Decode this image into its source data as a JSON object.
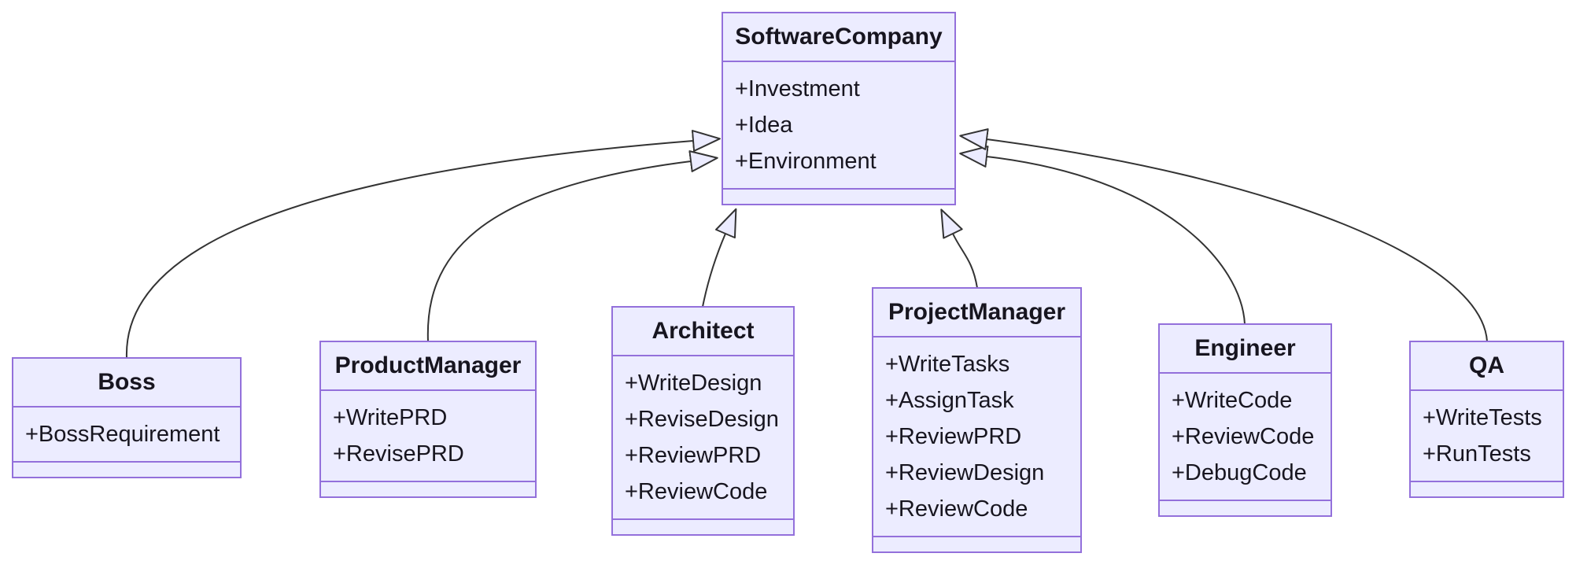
{
  "diagram": {
    "kind": "UML class diagram",
    "background": "#ffffff",
    "palette": {
      "node_fill": "#ECECFF",
      "node_border": "#9370DB",
      "edge_color": "#333333",
      "text_color": "#17151f"
    },
    "classes": {
      "software_company": {
        "name": "SoftwareCompany",
        "members": [
          "+Investment",
          "+Idea",
          "+Environment"
        ]
      },
      "boss": {
        "name": "Boss",
        "members": [
          "+BossRequirement"
        ]
      },
      "product_manager": {
        "name": "ProductManager",
        "members": [
          "+WritePRD",
          "+RevisePRD"
        ]
      },
      "architect": {
        "name": "Architect",
        "members": [
          "+WriteDesign",
          "+ReviseDesign",
          "+ReviewPRD",
          "+ReviewCode"
        ]
      },
      "project_manager": {
        "name": "ProjectManager",
        "members": [
          "+WriteTasks",
          "+AssignTask",
          "+ReviewPRD",
          "+ReviewDesign",
          "+ReviewCode"
        ]
      },
      "engineer": {
        "name": "Engineer",
        "members": [
          "+WriteCode",
          "+ReviewCode",
          "+DebugCode"
        ]
      },
      "qa": {
        "name": "QA",
        "members": [
          "+WriteTests",
          "+RunTests"
        ]
      }
    },
    "relationships": [
      {
        "from": "Boss",
        "to": "SoftwareCompany",
        "type": "inheritance"
      },
      {
        "from": "ProductManager",
        "to": "SoftwareCompany",
        "type": "inheritance"
      },
      {
        "from": "Architect",
        "to": "SoftwareCompany",
        "type": "inheritance"
      },
      {
        "from": "ProjectManager",
        "to": "SoftwareCompany",
        "type": "inheritance"
      },
      {
        "from": "Engineer",
        "to": "SoftwareCompany",
        "type": "inheritance"
      },
      {
        "from": "QA",
        "to": "SoftwareCompany",
        "type": "inheritance"
      }
    ]
  }
}
